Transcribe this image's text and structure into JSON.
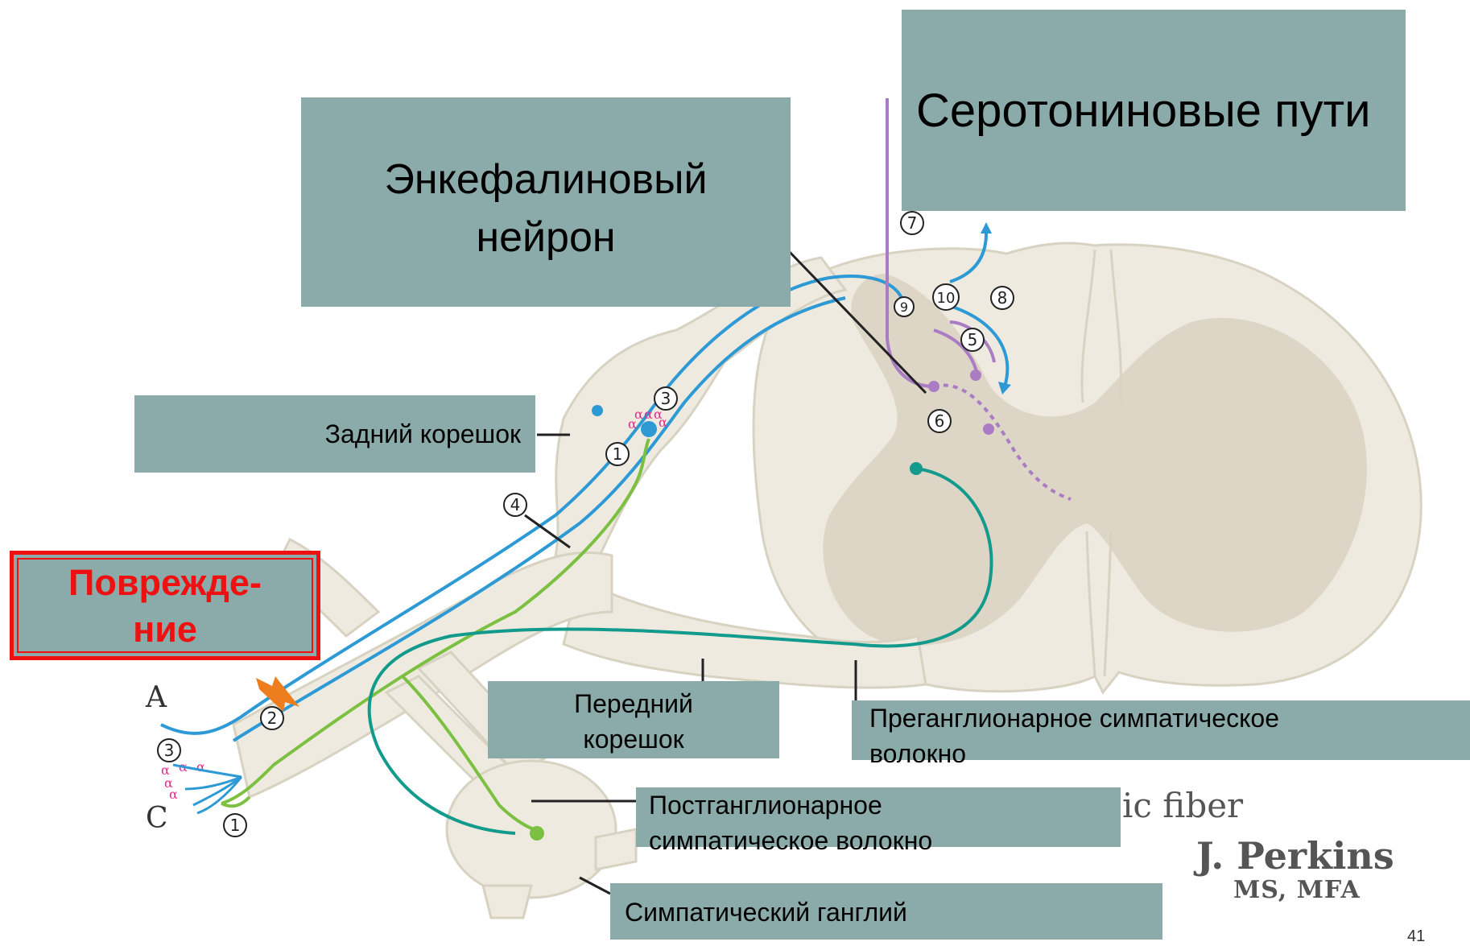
{
  "labels": {
    "serotonin": "Серотониновые пути",
    "enkephalin_line1": "Энкефалиновый",
    "enkephalin_line2": "нейрон",
    "dorsal_root": "Задний корешок",
    "damage_line1": "Поврежде-",
    "damage_line2": "ние",
    "ventral_line1": "Передний",
    "ventral_line2": "корешок",
    "preganglionic_line1": "Преганглионарное симпатическое",
    "preganglionic_line2": "волокно",
    "postganglionic_line1": "Постганглионарное",
    "postganglionic_line2": "симпатическое волокно",
    "ganglion": "Симпатический ганглий"
  },
  "underlay": {
    "fiber_fragment": "ic fiber",
    "author": "J. Perkins",
    "author_degree": "MS, MFA",
    "page_fragment": "41"
  },
  "fiber_letters": {
    "a": "A",
    "c": "C"
  },
  "markers": [
    "1",
    "2",
    "3",
    "4",
    "5",
    "6",
    "7",
    "8",
    "9",
    "10"
  ],
  "receptor_symbol": "α",
  "colors": {
    "nerve_tissue": "#eeeadf",
    "tissue_outline": "#d8d2c2",
    "gray_matter": "#ddd5c5",
    "a_fiber": "#2d9ad6",
    "c_fiber": "#7cc042",
    "sympathetic": "#129a8c",
    "serotonin_pathway": "#a97cc4",
    "injury_arrow": "#ee7d1f",
    "receptor_text": "#e02a8c",
    "label_box": "#8babab",
    "damage_border": "#ee1111"
  }
}
